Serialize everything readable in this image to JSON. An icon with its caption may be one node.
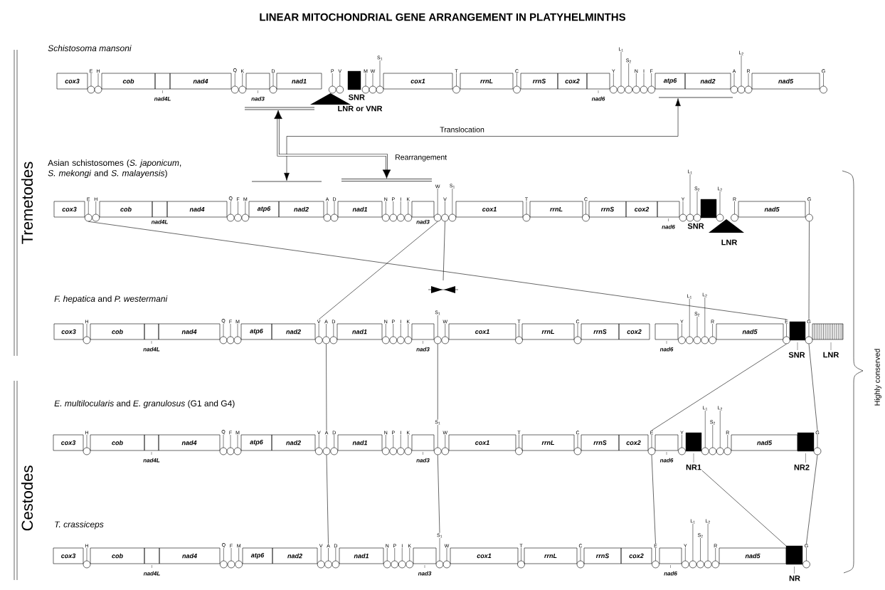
{
  "diagram": {
    "title": "LINEAR MITOCHONDRIAL GENE ARRANGEMENT IN PLATYHELMINTHS",
    "nodes": [
      {
        "text": [
          "cox3"
        ]
      },
      {
        "text": [
          "E"
        ]
      },
      {
        "text": [
          "H"
        ]
      },
      {
        "text": [
          "cob"
        ]
      },
      {
        "text": [
          "nad4L"
        ]
      },
      {
        "text": [
          "nad4"
        ]
      },
      {
        "text": [
          "Q"
        ]
      },
      {
        "text": [
          "K"
        ]
      },
      {
        "text": [
          "nad3"
        ]
      },
      {
        "text": [
          "D"
        ]
      },
      {
        "text": [
          "nad1"
        ]
      },
      {
        "text": [
          "P"
        ]
      },
      {
        "text": [
          "V"
        ]
      },
      {
        "text": [
          "SNR"
        ]
      },
      {
        "text": [
          "LNR or VNR"
        ]
      },
      {
        "text": [
          "M"
        ]
      },
      {
        "text": [
          "W"
        ]
      },
      {
        "text": [
          "S$_{1}$"
        ]
      },
      {
        "text": [
          "cox1"
        ]
      },
      {
        "text": [
          "T"
        ]
      },
      {
        "text": [
          "rrnL"
        ]
      },
      {
        "text": [
          "C"
        ]
      },
      {
        "text": [
          "rrnS"
        ]
      },
      {
        "text": [
          "cox2"
        ]
      },
      {
        "text": [
          "nad6"
        ]
      },
      {
        "text": [
          "Y"
        ]
      },
      {
        "text": [
          "L$_{1}$"
        ]
      },
      {
        "text": [
          "S$_{2}$"
        ]
      },
      {
        "text": [
          "N"
        ]
      },
      {
        "text": [
          "I"
        ]
      },
      {
        "text": [
          "F"
        ]
      },
      {
        "text": [
          "atp6"
        ]
      },
      {
        "text": [
          "nad2"
        ]
      },
      {
        "text": [
          "A"
        ]
      },
      {
        "text": [
          "L$_{2}$"
        ]
      },
      {
        "text": [
          "R"
        ]
      },
      {
        "text": [
          "nad5"
        ]
      },
      {
        "text": [
          "G"
        ]
      },
      {
        "text": [],
        "shape": "bar"
      },
      {
        "text": [],
        "shape": "bar"
      },
      {
        "text": [],
        "shape": "bar"
      },
      {
        "text": [],
        "shape": "bar"
      },
      {
        "text": [
          "cox3"
        ]
      },
      {
        "text": [
          "E"
        ]
      },
      {
        "text": [
          "H"
        ]
      },
      {
        "text": [
          "cob"
        ]
      },
      {
        "text": [
          "nad4L"
        ]
      },
      {
        "text": [
          "nad4"
        ]
      },
      {
        "text": [
          "Q"
        ]
      },
      {
        "text": [
          "F"
        ]
      },
      {
        "text": [
          "M"
        ]
      },
      {
        "text": [
          "atp6"
        ]
      },
      {
        "text": [
          "nad2"
        ]
      },
      {
        "text": [
          "A"
        ]
      },
      {
        "text": [
          "D"
        ]
      },
      {
        "text": [
          "nad1"
        ]
      },
      {
        "text": [
          "N"
        ]
      },
      {
        "text": [
          "P"
        ]
      },
      {
        "text": [
          "I"
        ]
      },
      {
        "text": [
          "K"
        ]
      },
      {
        "text": [
          "nad3"
        ]
      },
      {
        "text": [
          "W"
        ]
      },
      {
        "text": [
          "V"
        ]
      },
      {
        "text": [
          "S$_{1}$"
        ]
      },
      {
        "text": [
          "cox1"
        ]
      },
      {
        "text": [
          "T"
        ]
      },
      {
        "text": [
          "rrnL"
        ]
      },
      {
        "text": [
          "C"
        ]
      },
      {
        "text": [
          "rrnS"
        ]
      },
      {
        "text": [
          "cox2"
        ]
      },
      {
        "text": [
          "nad6"
        ]
      },
      {
        "text": [
          "Y"
        ]
      },
      {
        "text": [
          "L$_{1}$"
        ]
      },
      {
        "text": [
          "S$_{2}$"
        ]
      },
      {
        "text": [
          "SNR"
        ]
      },
      {
        "text": [
          "L$_{2}$"
        ]
      },
      {
        "text": [
          "LNR"
        ]
      },
      {
        "text": [
          "R"
        ]
      },
      {
        "text": [
          "nad5"
        ]
      },
      {
        "text": [
          "G"
        ]
      },
      {
        "text": [
          "cox3"
        ]
      },
      {
        "text": [
          "H"
        ]
      },
      {
        "text": [
          "cob"
        ]
      },
      {
        "text": [
          "nad4L"
        ]
      },
      {
        "text": [
          "nad4"
        ]
      },
      {
        "text": [
          "Q"
        ]
      },
      {
        "text": [
          "F"
        ]
      },
      {
        "text": [
          "M"
        ]
      },
      {
        "text": [
          "atp6"
        ]
      },
      {
        "text": [
          "nad2"
        ]
      },
      {
        "text": [
          "V"
        ]
      },
      {
        "text": [
          "A"
        ]
      },
      {
        "text": [
          "D"
        ]
      },
      {
        "text": [
          "nad1"
        ]
      },
      {
        "text": [
          "N"
        ]
      },
      {
        "text": [
          "P"
        ]
      },
      {
        "text": [
          "I"
        ]
      },
      {
        "text": [
          "K"
        ]
      },
      {
        "text": [
          "nad3"
        ]
      },
      {
        "text": [
          "S$_{1}$"
        ]
      },
      {
        "text": [
          "W"
        ]
      },
      {
        "text": [
          "cox1"
        ]
      },
      {
        "text": [
          "T"
        ]
      },
      {
        "text": [
          "rrnL"
        ]
      },
      {
        "text": [
          "C"
        ]
      },
      {
        "text": [
          "rrnS"
        ]
      },
      {
        "text": [
          "cox2"
        ]
      },
      {
        "text": [
          "nad6"
        ]
      },
      {
        "text": [
          "Y"
        ]
      },
      {
        "text": [
          "L$_{1}$"
        ]
      },
      {
        "text": [
          "S$_{2}$"
        ]
      },
      {
        "text": [
          "L$_{2}$"
        ]
      },
      {
        "text": [
          "R"
        ]
      },
      {
        "text": [
          "nad5"
        ]
      },
      {
        "text": [
          "E"
        ]
      },
      {
        "text": [
          "SNR"
        ]
      },
      {
        "text": [
          "G"
        ]
      },
      {
        "text": [
          "LNR"
        ]
      },
      {
        "text": [
          "cox3"
        ]
      },
      {
        "text": [
          "H"
        ]
      },
      {
        "text": [
          "cob"
        ]
      },
      {
        "text": [
          "nad4L"
        ]
      },
      {
        "text": [
          "nad4"
        ]
      },
      {
        "text": [
          "Q"
        ]
      },
      {
        "text": [
          "F"
        ]
      },
      {
        "text": [
          "M"
        ]
      },
      {
        "text": [
          "atp6"
        ]
      },
      {
        "text": [
          "nad2"
        ]
      },
      {
        "text": [
          "V"
        ]
      },
      {
        "text": [
          "A"
        ]
      },
      {
        "text": [
          "D"
        ]
      },
      {
        "text": [
          "nad1"
        ]
      },
      {
        "text": [
          "N"
        ]
      },
      {
        "text": [
          "P"
        ]
      },
      {
        "text": [
          "I"
        ]
      },
      {
        "text": [
          "K"
        ]
      },
      {
        "text": [
          "nad3"
        ]
      },
      {
        "text": [
          "S$_{1}$"
        ]
      },
      {
        "text": [
          "W"
        ]
      },
      {
        "text": [
          "cox1"
        ]
      },
      {
        "text": [
          "T"
        ]
      },
      {
        "text": [
          "rrnL"
        ]
      },
      {
        "text": [
          "C"
        ]
      },
      {
        "text": [
          "rrnS"
        ]
      },
      {
        "text": [
          "cox2"
        ]
      },
      {
        "text": [
          "E"
        ]
      },
      {
        "text": [
          "nad6"
        ]
      },
      {
        "text": [
          "Y"
        ]
      },
      {
        "text": [
          "NR1"
        ]
      },
      {
        "text": [
          "L$_{1}$"
        ]
      },
      {
        "text": [
          "S$_{2}$"
        ]
      },
      {
        "text": [
          "L$_{2}$"
        ]
      },
      {
        "text": [
          "R"
        ]
      },
      {
        "text": [
          "nad5"
        ]
      },
      {
        "text": [
          "NR2"
        ]
      },
      {
        "text": [
          "G"
        ]
      },
      {
        "text": [
          "cox3"
        ]
      },
      {
        "text": [
          "H"
        ]
      },
      {
        "text": [
          "cob"
        ]
      },
      {
        "text": [
          "nad4L"
        ]
      },
      {
        "text": [
          "nad4"
        ]
      },
      {
        "text": [
          "Q"
        ]
      },
      {
        "text": [
          "F"
        ]
      },
      {
        "text": [
          "M"
        ]
      },
      {
        "text": [
          "atp6"
        ]
      },
      {
        "text": [
          "nad2"
        ]
      },
      {
        "text": [
          "V"
        ]
      },
      {
        "text": [
          "A"
        ]
      },
      {
        "text": [
          "D"
        ]
      },
      {
        "text": [
          "nad1"
        ]
      },
      {
        "text": [
          "N"
        ]
      },
      {
        "text": [
          "P"
        ]
      },
      {
        "text": [
          "I"
        ]
      },
      {
        "text": [
          "K"
        ]
      },
      {
        "text": [
          "nad3"
        ]
      },
      {
        "text": [
          "S$_{1}$"
        ]
      },
      {
        "text": [
          "W"
        ]
      },
      {
        "text": [
          "cox1"
        ]
      },
      {
        "text": [
          "T"
        ]
      },
      {
        "text": [
          "rrnL"
        ]
      },
      {
        "text": [
          "C"
        ]
      },
      {
        "text": [
          "rrnS"
        ]
      },
      {
        "text": [
          "cox2"
        ]
      },
      {
        "text": [
          "E"
        ]
      },
      {
        "text": [
          "nad6"
        ]
      },
      {
        "text": [
          "Y"
        ]
      },
      {
        "text": [
          "L$_{1}$"
        ]
      },
      {
        "text": [
          "S$_{2}$"
        ]
      },
      {
        "text": [
          "L$_{2}$"
        ]
      },
      {
        "text": [
          "R"
        ]
      },
      {
        "text": [
          "nad5"
        ]
      },
      {
        "text": [
          "NR"
        ]
      },
      {
        "text": [
          "G"
        ]
      }
    ],
    "edges": [
      {
        "from": 39,
        "to": 40,
        "arrow": "both",
        "label": "Translocation"
      },
      {
        "from": 38,
        "to": 41,
        "arrow": "both",
        "label": "Rearrangement",
        "style": "thick"
      },
      {
        "from": 43,
        "to": 114,
        "arrow": "none"
      },
      {
        "from": 61,
        "to": 90,
        "arrow": "none"
      },
      {
        "from": 62,
        "to": null,
        "arrow": "none"
      },
      {
        "from": 79,
        "to": 116,
        "arrow": "none"
      },
      {
        "from": 114,
        "to": 145,
        "arrow": "none"
      },
      {
        "from": 91,
        "to": 129,
        "arrow": "none"
      },
      {
        "from": 99,
        "to": 137,
        "arrow": "none"
      },
      {
        "from": 116,
        "to": 155,
        "arrow": "none"
      },
      {
        "from": 129,
        "to": 167,
        "arrow": "none"
      },
      {
        "from": 137,
        "to": 175,
        "arrow": "none"
      },
      {
        "from": 145,
        "to": 183,
        "arrow": "none"
      },
      {
        "from": 148,
        "to": 191,
        "arrow": "none"
      },
      {
        "from": 155,
        "to": 192,
        "arrow": "none"
      }
    ],
    "labels": [
      "Schistosoma mansoni",
      "Asian schistosomes (*S. japonicum*, *S. mekongi* and *S. malayensis*)",
      "*F. hepatica* and *P. westermani*",
      "*E. multilocularis* and *E. granulosus* (G1 and G4)",
      "T. crassiceps",
      "Tremetodes",
      "Cestodes",
      "Highly conserved"
    ]
  }
}
